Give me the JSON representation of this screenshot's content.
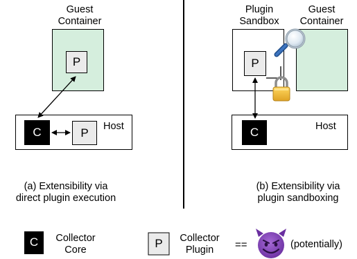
{
  "panel_a": {
    "guest_container_label_1": "Guest",
    "guest_container_label_2": "Container",
    "host_label": "Host",
    "caption_line_1": "(a) Extensibility via",
    "caption_line_2": "direct plugin execution",
    "collector_glyph": "C",
    "plugin_glyph": "P"
  },
  "panel_b": {
    "sandbox_label_1": "Plugin",
    "sandbox_label_2": "Sandbox",
    "guest_container_label_1": "Guest",
    "guest_container_label_2": "Container",
    "host_label": "Host",
    "caption_line_1": "(b) Extensibility via",
    "caption_line_2": "plugin sandboxing",
    "collector_glyph": "C",
    "plugin_glyph": "P"
  },
  "legend": {
    "core_glyph": "C",
    "core_label_1": "Collector",
    "core_label_2": "Core",
    "plugin_glyph": "P",
    "plugin_label_1": "Collector",
    "plugin_label_2": "Plugin",
    "equals": "==",
    "note": "(potentially)"
  },
  "colors": {
    "container_fill": "#d5eedd",
    "plugin_fill": "#ebebeb",
    "collector_fill": "#000000",
    "devil": "#7a3fb0"
  },
  "icons": [
    "magnifier-icon",
    "padlock-icon",
    "devil-emoji-icon"
  ]
}
